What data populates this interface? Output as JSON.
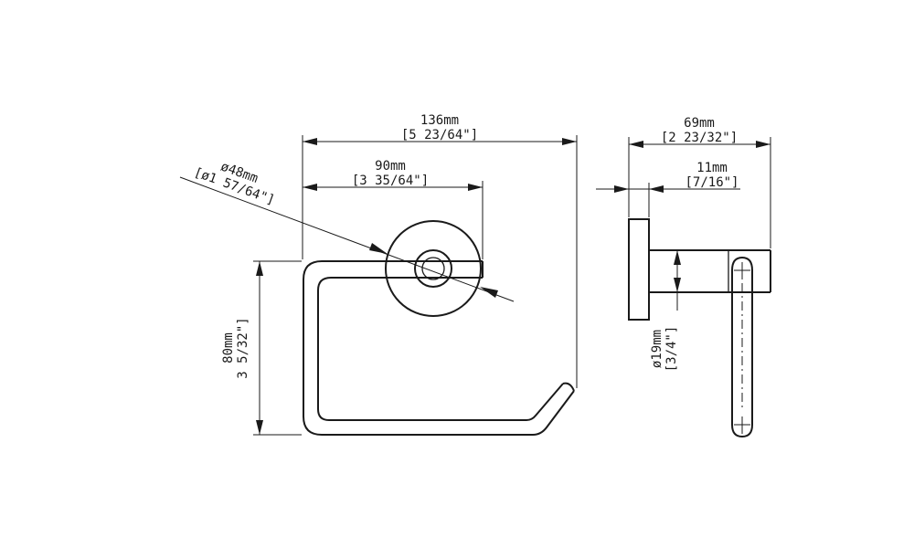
{
  "dimensions": {
    "overall_width": {
      "metric": "136mm",
      "imperial": "[5 23/64\"]"
    },
    "center_distance": {
      "metric": "90mm",
      "imperial": "[3 35/64\"]"
    },
    "flange_diameter": {
      "metric": "ø48mm",
      "imperial": "[ø1 57/64\"]"
    },
    "height": {
      "metric": "80mm",
      "imperial": "3 5/32\"]"
    },
    "projection": {
      "metric": "69mm",
      "imperial": "[2 23/32\"]"
    },
    "flange_thickness": {
      "metric": "11mm",
      "imperial": "[7/16\"]"
    },
    "arm_diameter": {
      "metric": "ø19mm",
      "imperial": "[3/4\"]"
    }
  }
}
